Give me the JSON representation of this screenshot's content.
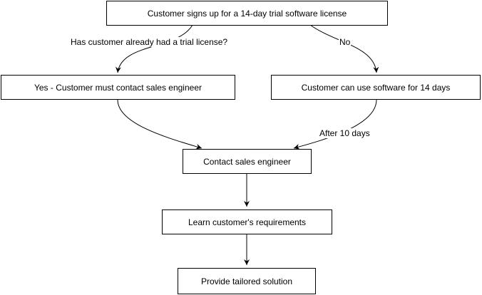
{
  "nodes": {
    "signup": "Customer signs up for a 14-day trial software license",
    "must_contact": "Yes - Customer must contact sales engineer",
    "use_software": "Customer can use software for 14 days",
    "contact": "Contact sales engineer",
    "learn": "Learn customer's requirements",
    "provide": "Provide tailored solution"
  },
  "edge_labels": {
    "question": "Has customer already had a trial license?",
    "no": "No",
    "after": "After 10 days"
  },
  "colors": {
    "stroke": "#000000",
    "background": "#ffffff"
  }
}
